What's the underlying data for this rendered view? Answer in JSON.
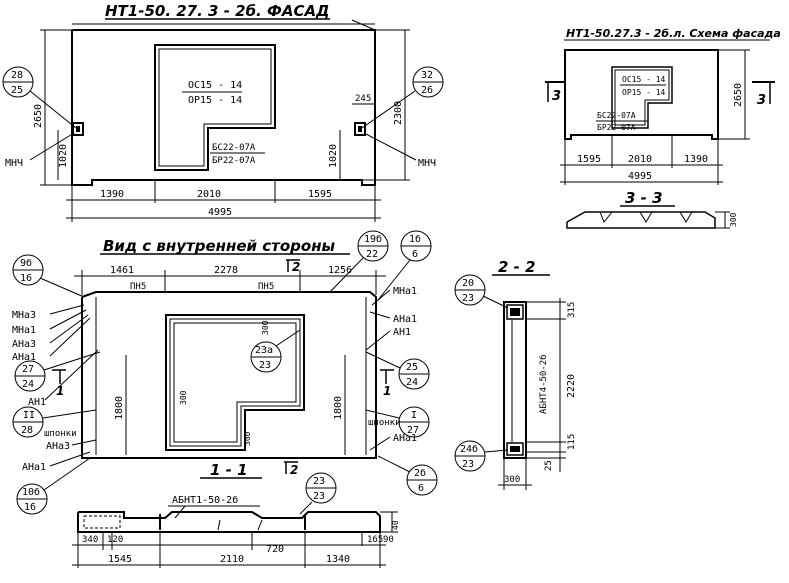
{
  "titles": {
    "facade": "НТ1-50. 27. 3 - 2б. ФАСАД",
    "scheme": "НТ1-50.27.3 - 2б.л. Схема фасада",
    "inner": "Вид с внутренней стороны",
    "s22": "2 - 2",
    "s33": "3 - 3",
    "s11": "1 - 1"
  },
  "facade": {
    "window_top": "ОС15 - 14",
    "window_bot": "ОР15 - 14",
    "door_top": "БС22-07А",
    "door_bot": "БР22-07А",
    "mnch_left": "МНЧ",
    "mnch_right": "МНЧ",
    "circle_left": [
      "28",
      "25"
    ],
    "circle_right": [
      "32",
      "26"
    ],
    "d_2650": "2650",
    "d_2300": "2300",
    "d_1020a": "1020",
    "d_1020b": "1020",
    "d_245": "245",
    "dims_bottom": [
      "1390",
      "2010",
      "1595"
    ],
    "total": "4995"
  },
  "scheme": {
    "window_top": "ОС15 - 14",
    "window_bot": "ОР15 - 14",
    "door_top": "БС22-07А",
    "door_bot": "БР22-07А",
    "d_2650": "2650",
    "dims": [
      "1595",
      "2010",
      "1390"
    ],
    "total": "4995",
    "sec_left": "3",
    "sec_right": "3",
    "s33_dim": "300"
  },
  "inner": {
    "dims_top": [
      "1461",
      "2278",
      "1256"
    ],
    "sec_arrow": "2",
    "pn_left": "ПН5",
    "pn_mid": "ПН5",
    "labels_left": [
      "МНа3",
      "МНа1",
      "АНа3",
      "АНа1"
    ],
    "an1_left": "АН1",
    "shponki_left": "шпонки",
    "ana3_left": "АНа3",
    "ana1_left": "АНа1",
    "mna1_right": "МНа1",
    "ana1_right": "АНа1",
    "an1_right": "АН1",
    "shponki_right": "шпонки",
    "ana1_right2": "АНа1",
    "c_9b": [
      "9б",
      "16"
    ],
    "c_19b": [
      "19б",
      "22"
    ],
    "c_1b": [
      "1б",
      "6"
    ],
    "c_27": [
      "27",
      "24"
    ],
    "c_25": [
      "25",
      "24"
    ],
    "c_II": [
      "II",
      "28"
    ],
    "c_I": [
      "I",
      "27"
    ],
    "c_23a": [
      "23а",
      "23"
    ],
    "c_10b": [
      "10б",
      "16"
    ],
    "c_2b": [
      "2б",
      "6"
    ],
    "d_1800a": "1800",
    "d_1800b": "1800",
    "d_300a": "300",
    "d_300b": "300",
    "d_300c": "300",
    "sec_left": "1",
    "sec_right": "1"
  },
  "section22": {
    "c_20": [
      "20",
      "23"
    ],
    "c_24b": [
      "24б",
      "23"
    ],
    "label": "АБНТ4-50-2б",
    "d_315": "315",
    "d_2220": "2220",
    "d_115": "115",
    "d_25": "25",
    "d_300": "300"
  },
  "section11": {
    "label": "АБНТ1-50-2б",
    "sec_arrow": "2",
    "c_23": [
      "23",
      "23"
    ],
    "dims_a": [
      "340",
      "120"
    ],
    "d_720": "720",
    "d_165": "165",
    "d_90": "90",
    "d_40": "40",
    "dims_bottom": [
      "1545",
      "2110",
      "1340"
    ]
  }
}
